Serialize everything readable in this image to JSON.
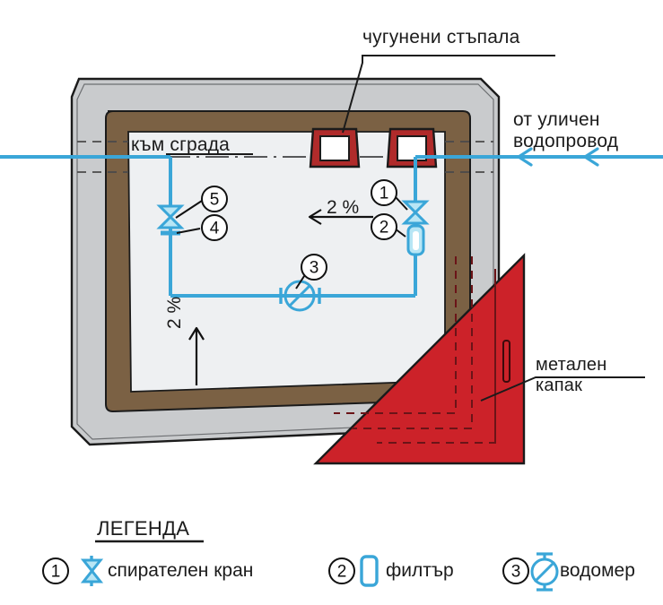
{
  "diagram": {
    "title_language": "bg",
    "annotations": {
      "steps_label": "чугунени стъпала",
      "street_supply_label": "от уличен\nводопровод",
      "to_building_label": "към сграда",
      "metal_cover_label": "метален\nкапак",
      "slope_horizontal": "2 %",
      "slope_vertical": "2 %"
    },
    "callouts": [
      {
        "id": "1",
        "glyph": "①",
        "target": "stop-valve-inlet"
      },
      {
        "id": "2",
        "glyph": "②",
        "target": "filter"
      },
      {
        "id": "3",
        "glyph": "③",
        "target": "water-meter"
      },
      {
        "id": "4",
        "glyph": "④",
        "target": "stop-valve-outlet-lower"
      },
      {
        "id": "5",
        "glyph": "⑤",
        "target": "stop-valve-outlet-upper"
      }
    ],
    "colors": {
      "pipe_blue": "#3aa6d8",
      "symbol_fill": "#b8e6f5",
      "wall_outer": "#c9cbcd",
      "wall_inner": "#7b6144",
      "chamber_floor": "#eef0f2",
      "cover_red": "#cc2229",
      "steps_red": "#b02b2b",
      "outline": "#1b1b1b"
    }
  },
  "legend": {
    "title": "ЛЕГЕНДА",
    "items": [
      {
        "num": "①",
        "symbol": "stop-valve-symbol",
        "label": "спирателен кран"
      },
      {
        "num": "②",
        "symbol": "filter-symbol",
        "label": "филтър"
      },
      {
        "num": "③",
        "symbol": "water-meter-symbol",
        "label": "водомер"
      }
    ]
  }
}
